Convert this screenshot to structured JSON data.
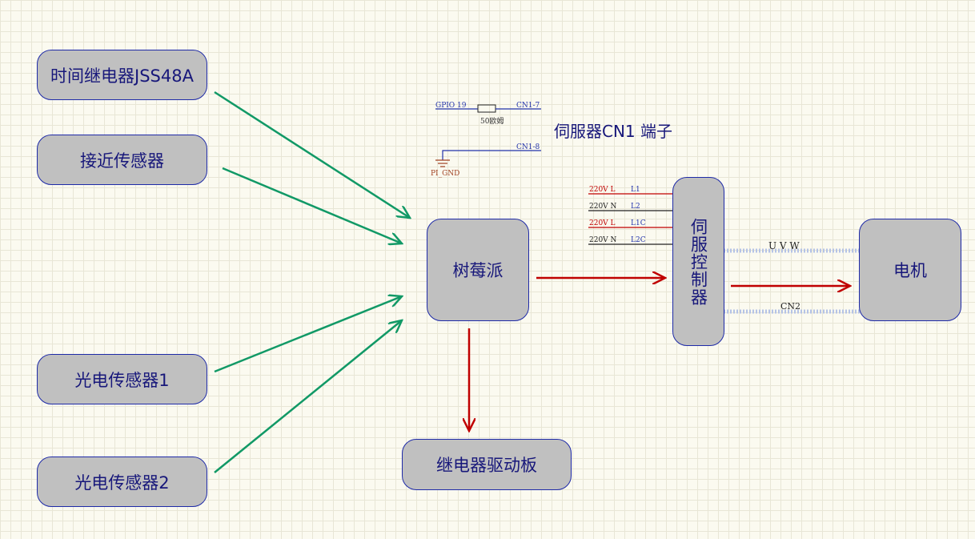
{
  "blocks": {
    "timer_relay": "时间继电器JSS48A",
    "proximity_sensor": "接近传感器",
    "photo_sensor_1": "光电传感器1",
    "photo_sensor_2": "光电传感器2",
    "raspberry_pi": "树莓派",
    "relay_board": "继电器驱动板",
    "servo_controller": "伺服控制器",
    "motor": "电机"
  },
  "cn1": {
    "title": "伺服器CN1 端子",
    "gpio_label": "GPIO 19",
    "resistor_label": "50欧姆",
    "pin7": "CN1-7",
    "pin8": "CN1-8",
    "gnd_label": "PI_GND"
  },
  "power": {
    "rows": [
      {
        "left": "220V L",
        "right": "L1",
        "color": "#c00000"
      },
      {
        "left": "220V N",
        "right": "L2",
        "color": "#222222"
      },
      {
        "left": "220V L",
        "right": "L1C",
        "color": "#c00000"
      },
      {
        "left": "220V N",
        "right": "L2C",
        "color": "#222222"
      }
    ]
  },
  "motor_lines": {
    "uvw": "U V W",
    "cn2": "CN2"
  },
  "colors": {
    "green_arrow": "#119966",
    "red_arrow": "#c00000",
    "box_fill": "#c0c0c0",
    "box_border": "#1e2aa8",
    "box_text": "#17177a",
    "wire_blue": "#2233aa"
  }
}
